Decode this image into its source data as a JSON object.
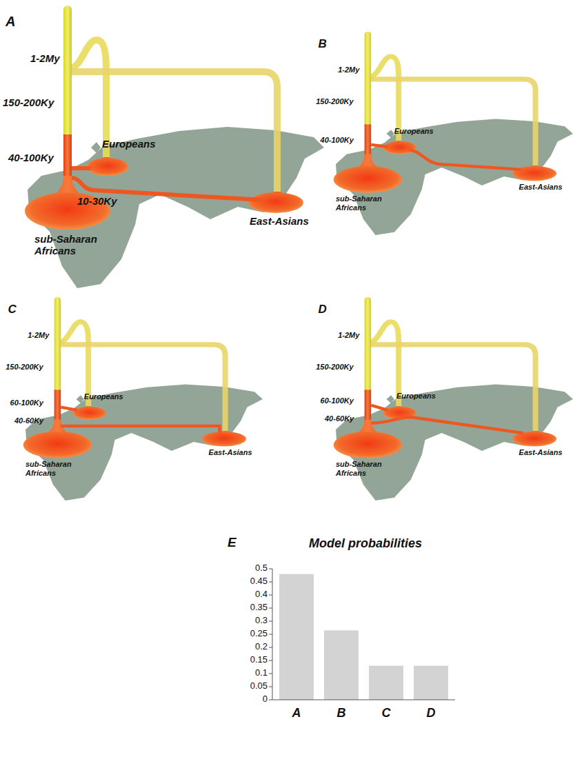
{
  "diagram": {
    "labels": [
      "A",
      "1-2My",
      "150-200Ky",
      "Europeans",
      "40-100Ky",
      "10-30Ky",
      "East-Asians",
      "sub-Saharan Africans",
      "B",
      "1-2My",
      "150-200Ky",
      "Europeans",
      "40-100Ky",
      "sub-Saharan Africans",
      "East-Asians",
      "C",
      "1-2My",
      "150-200Ky",
      "Europeans",
      "60-100Ky",
      "40-60Ky",
      "sub-Saharan Africans",
      "East-Asians",
      "D",
      "1-2My",
      "150-200Ky",
      "Europeans",
      "60-100Ky",
      "40-60Ky",
      "East-Asians",
      "sub-Saharan Africans",
      "E",
      "Model probabilities",
      "0.5",
      "0.45",
      "0.4",
      "0.35",
      "0.3",
      "0.25",
      "0.2",
      "0.15",
      "0.1",
      "0.05",
      "0",
      "A",
      "B",
      "C",
      "D"
    ]
  }
}
